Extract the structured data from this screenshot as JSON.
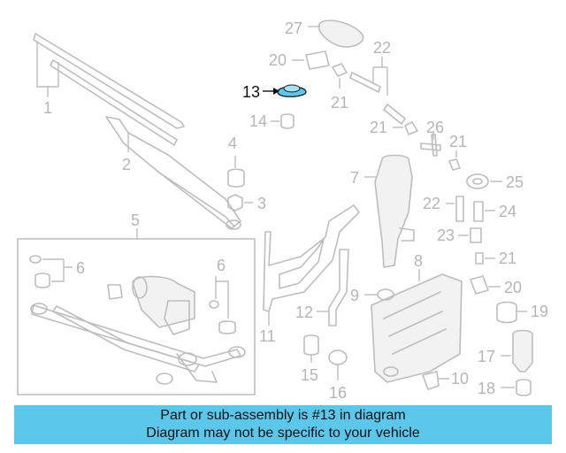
{
  "diagram": {
    "highlight_color": "#5bc7ea",
    "callouts": {
      "c1": "1",
      "c2": "2",
      "c3": "3",
      "c4": "4",
      "c5": "5",
      "c6a": "6",
      "c6b": "6",
      "c7": "7",
      "c8": "8",
      "c9": "9",
      "c10": "10",
      "c11": "11",
      "c12": "12",
      "c13": "13",
      "c14": "14",
      "c15": "15",
      "c16": "16",
      "c17": "17",
      "c18": "18",
      "c19": "19",
      "c20a": "20",
      "c20b": "20",
      "c21a": "21",
      "c21b": "21",
      "c21c": "21",
      "c21d": "21",
      "c22a": "22",
      "c22b": "22",
      "c23": "23",
      "c24": "24",
      "c25": "25",
      "c26": "26",
      "c27": "27"
    }
  },
  "footer": {
    "background": "#5bc7ea",
    "line1": "Part or sub-assembly is #13 in diagram",
    "line2": "Diagram may not be specific to your vehicle"
  }
}
